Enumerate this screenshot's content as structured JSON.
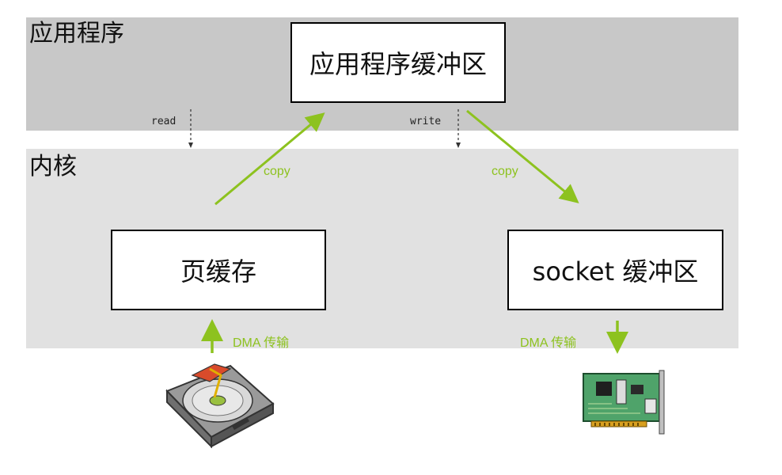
{
  "layers": {
    "app": "应用程序",
    "kernel": "内核"
  },
  "buffers": {
    "app_buffer": "应用程序缓冲区",
    "page_cache": "页缓存",
    "socket_buffer": "socket 缓冲区"
  },
  "calls": {
    "read": "read",
    "write": "write"
  },
  "flows": {
    "copy_up": "copy",
    "copy_down": "copy",
    "dma_in": "DMA 传输",
    "dma_out": "DMA 传输"
  },
  "icons": {
    "disk": "hard-disk-icon",
    "nic": "network-card-icon"
  },
  "colors": {
    "arrow_green": "#8dc21f",
    "app_band": "#c8c8c8",
    "kernel_band": "#e1e1e1"
  }
}
